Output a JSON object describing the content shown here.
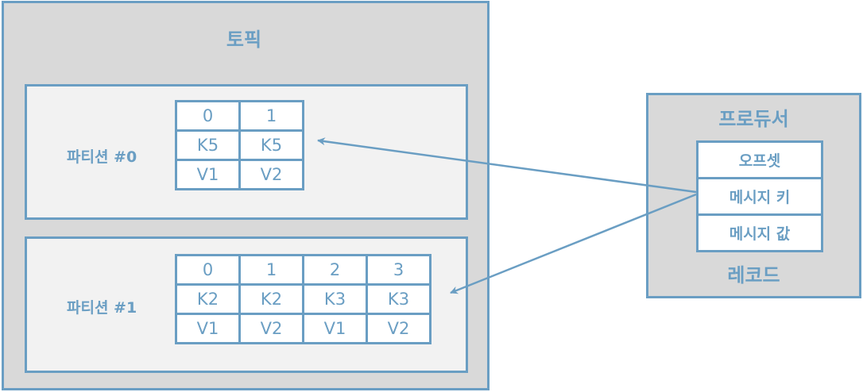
{
  "topic": {
    "title": "토픽"
  },
  "partitions": [
    {
      "label": "파티션 #0",
      "offsets": [
        "0",
        "1"
      ],
      "keys": [
        "K5",
        "K5"
      ],
      "values": [
        "V1",
        "V2"
      ]
    },
    {
      "label": "파티션 #1",
      "offsets": [
        "0",
        "1",
        "2",
        "3"
      ],
      "keys": [
        "K2",
        "K2",
        "K3",
        "K3"
      ],
      "values": [
        "V1",
        "V2",
        "V1",
        "V2"
      ]
    }
  ],
  "producer": {
    "title": "프로듀서",
    "record_title": "레코드",
    "fields": [
      "오프셋",
      "메시지 키",
      "메시지 값"
    ]
  },
  "colors": {
    "accent": "#6a9ec3",
    "panel": "#d9d9d9",
    "partition": "#f2f2f2"
  }
}
